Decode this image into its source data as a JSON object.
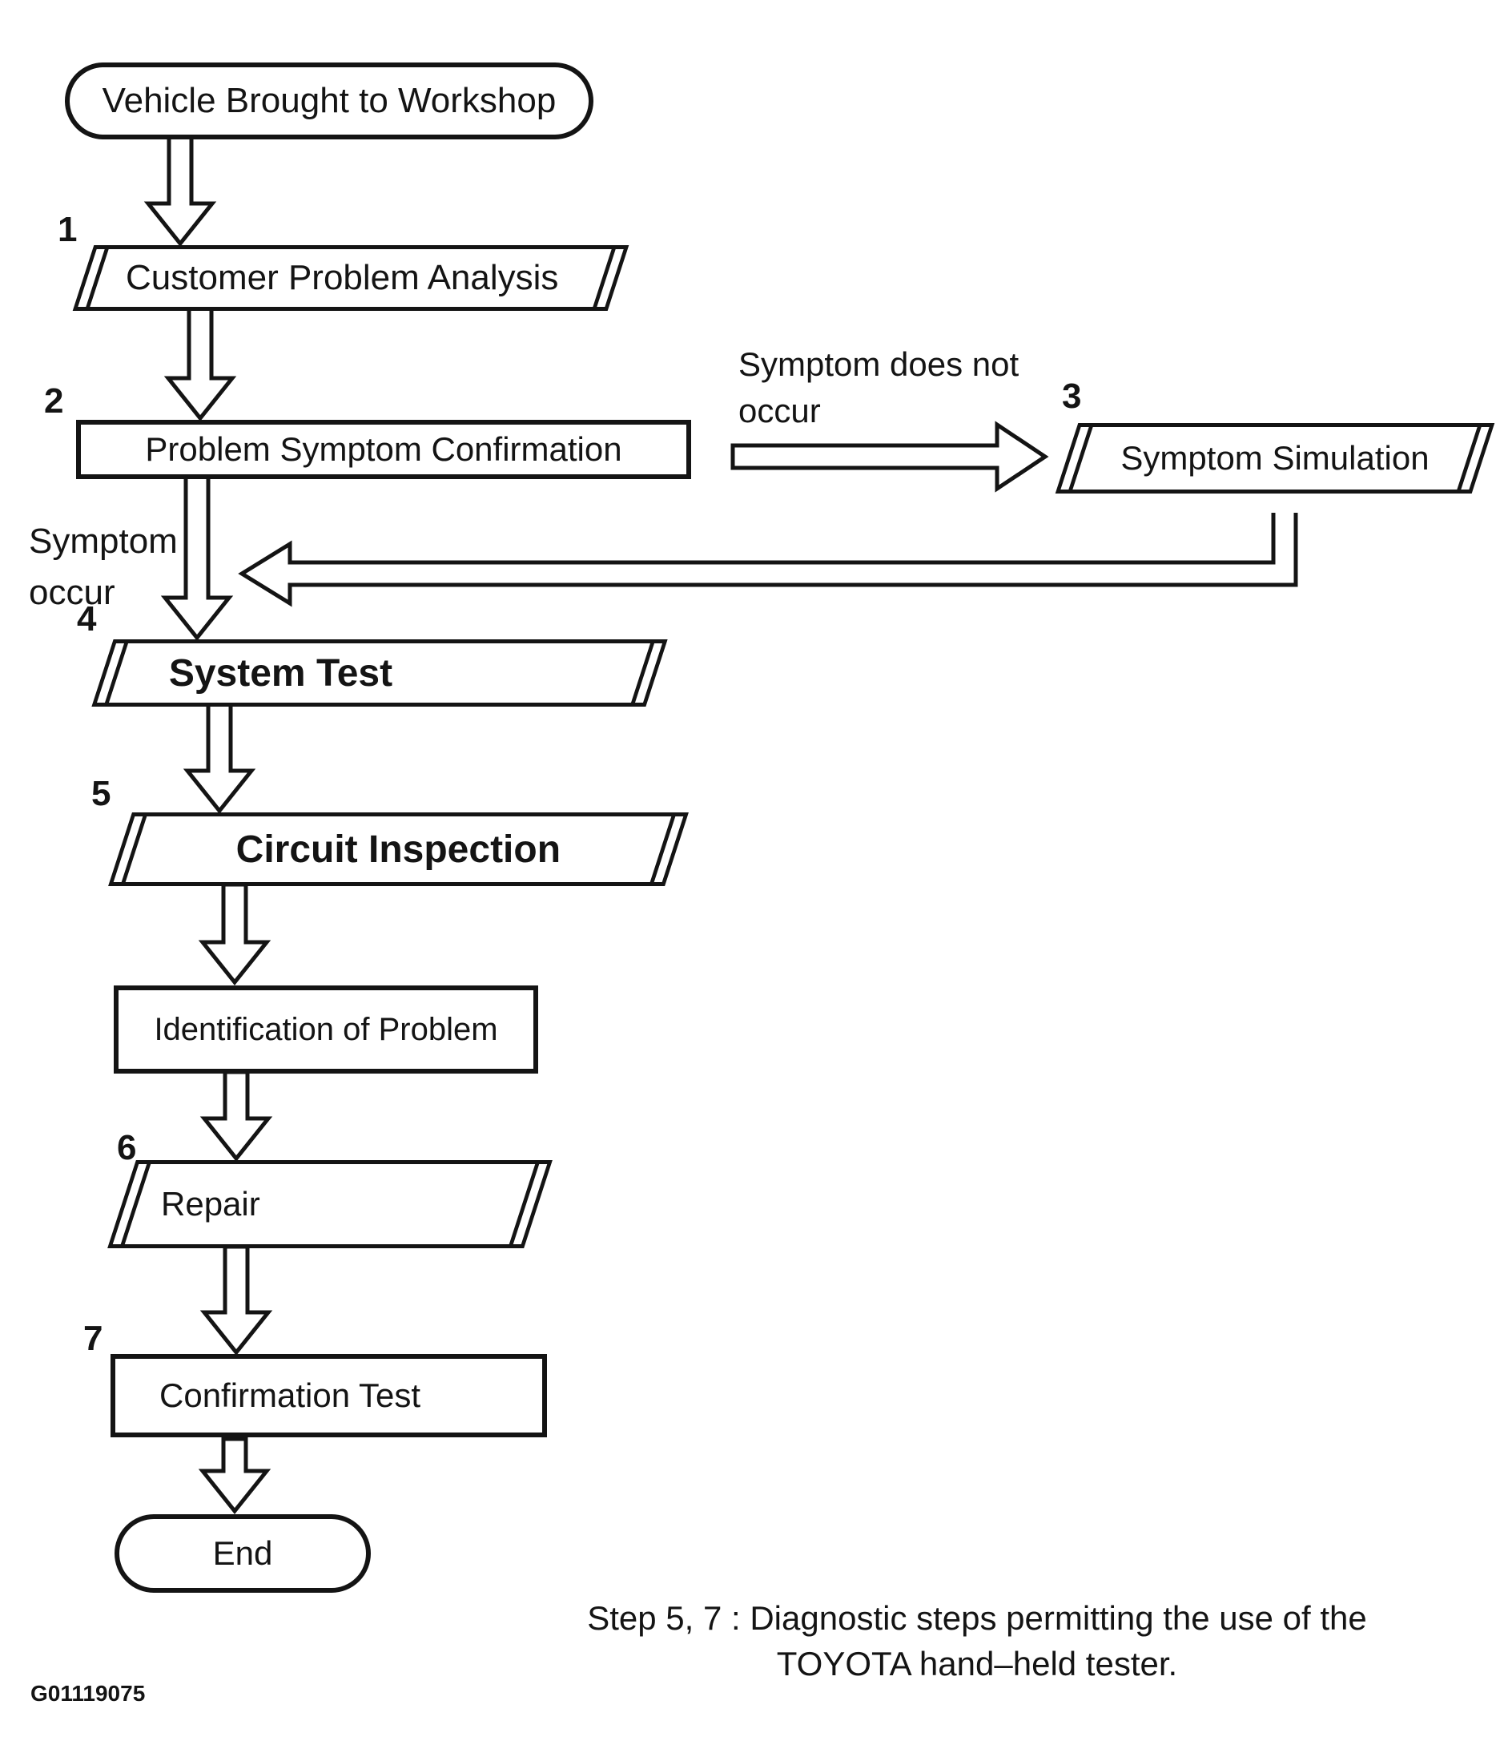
{
  "figure": {
    "id": "G01119075",
    "caption_line1": "Step 5, 7 : Diagnostic steps permitting the use of the",
    "caption_line2": "TOYOTA hand–held tester."
  },
  "nodes": {
    "start": {
      "label": "Vehicle Brought to Workshop",
      "shape": "terminator"
    },
    "step1": {
      "number": "1",
      "label": "Customer Problem Analysis",
      "shape": "parallelogram"
    },
    "step2": {
      "number": "2",
      "label": "Problem Symptom Confirmation",
      "shape": "rectangle"
    },
    "step3": {
      "number": "3",
      "label": "Symptom Simulation",
      "shape": "parallelogram"
    },
    "step4": {
      "number": "4",
      "label": "System Test",
      "shape": "parallelogram"
    },
    "step5": {
      "number": "5",
      "label": "Circuit Inspection",
      "shape": "parallelogram"
    },
    "identification": {
      "label": "Identification of Problem",
      "shape": "rectangle"
    },
    "step6": {
      "number": "6",
      "label": "Repair",
      "shape": "parallelogram"
    },
    "step7": {
      "number": "7",
      "label": "Confirmation Test",
      "shape": "rectangle"
    },
    "end": {
      "label": "End",
      "shape": "terminator"
    }
  },
  "edges": {
    "symptom_does_not_occur": {
      "line1": "Symptom does not",
      "line2": "occur"
    },
    "symptom_occur": {
      "line1": "Symptom",
      "line2": "occur"
    }
  }
}
